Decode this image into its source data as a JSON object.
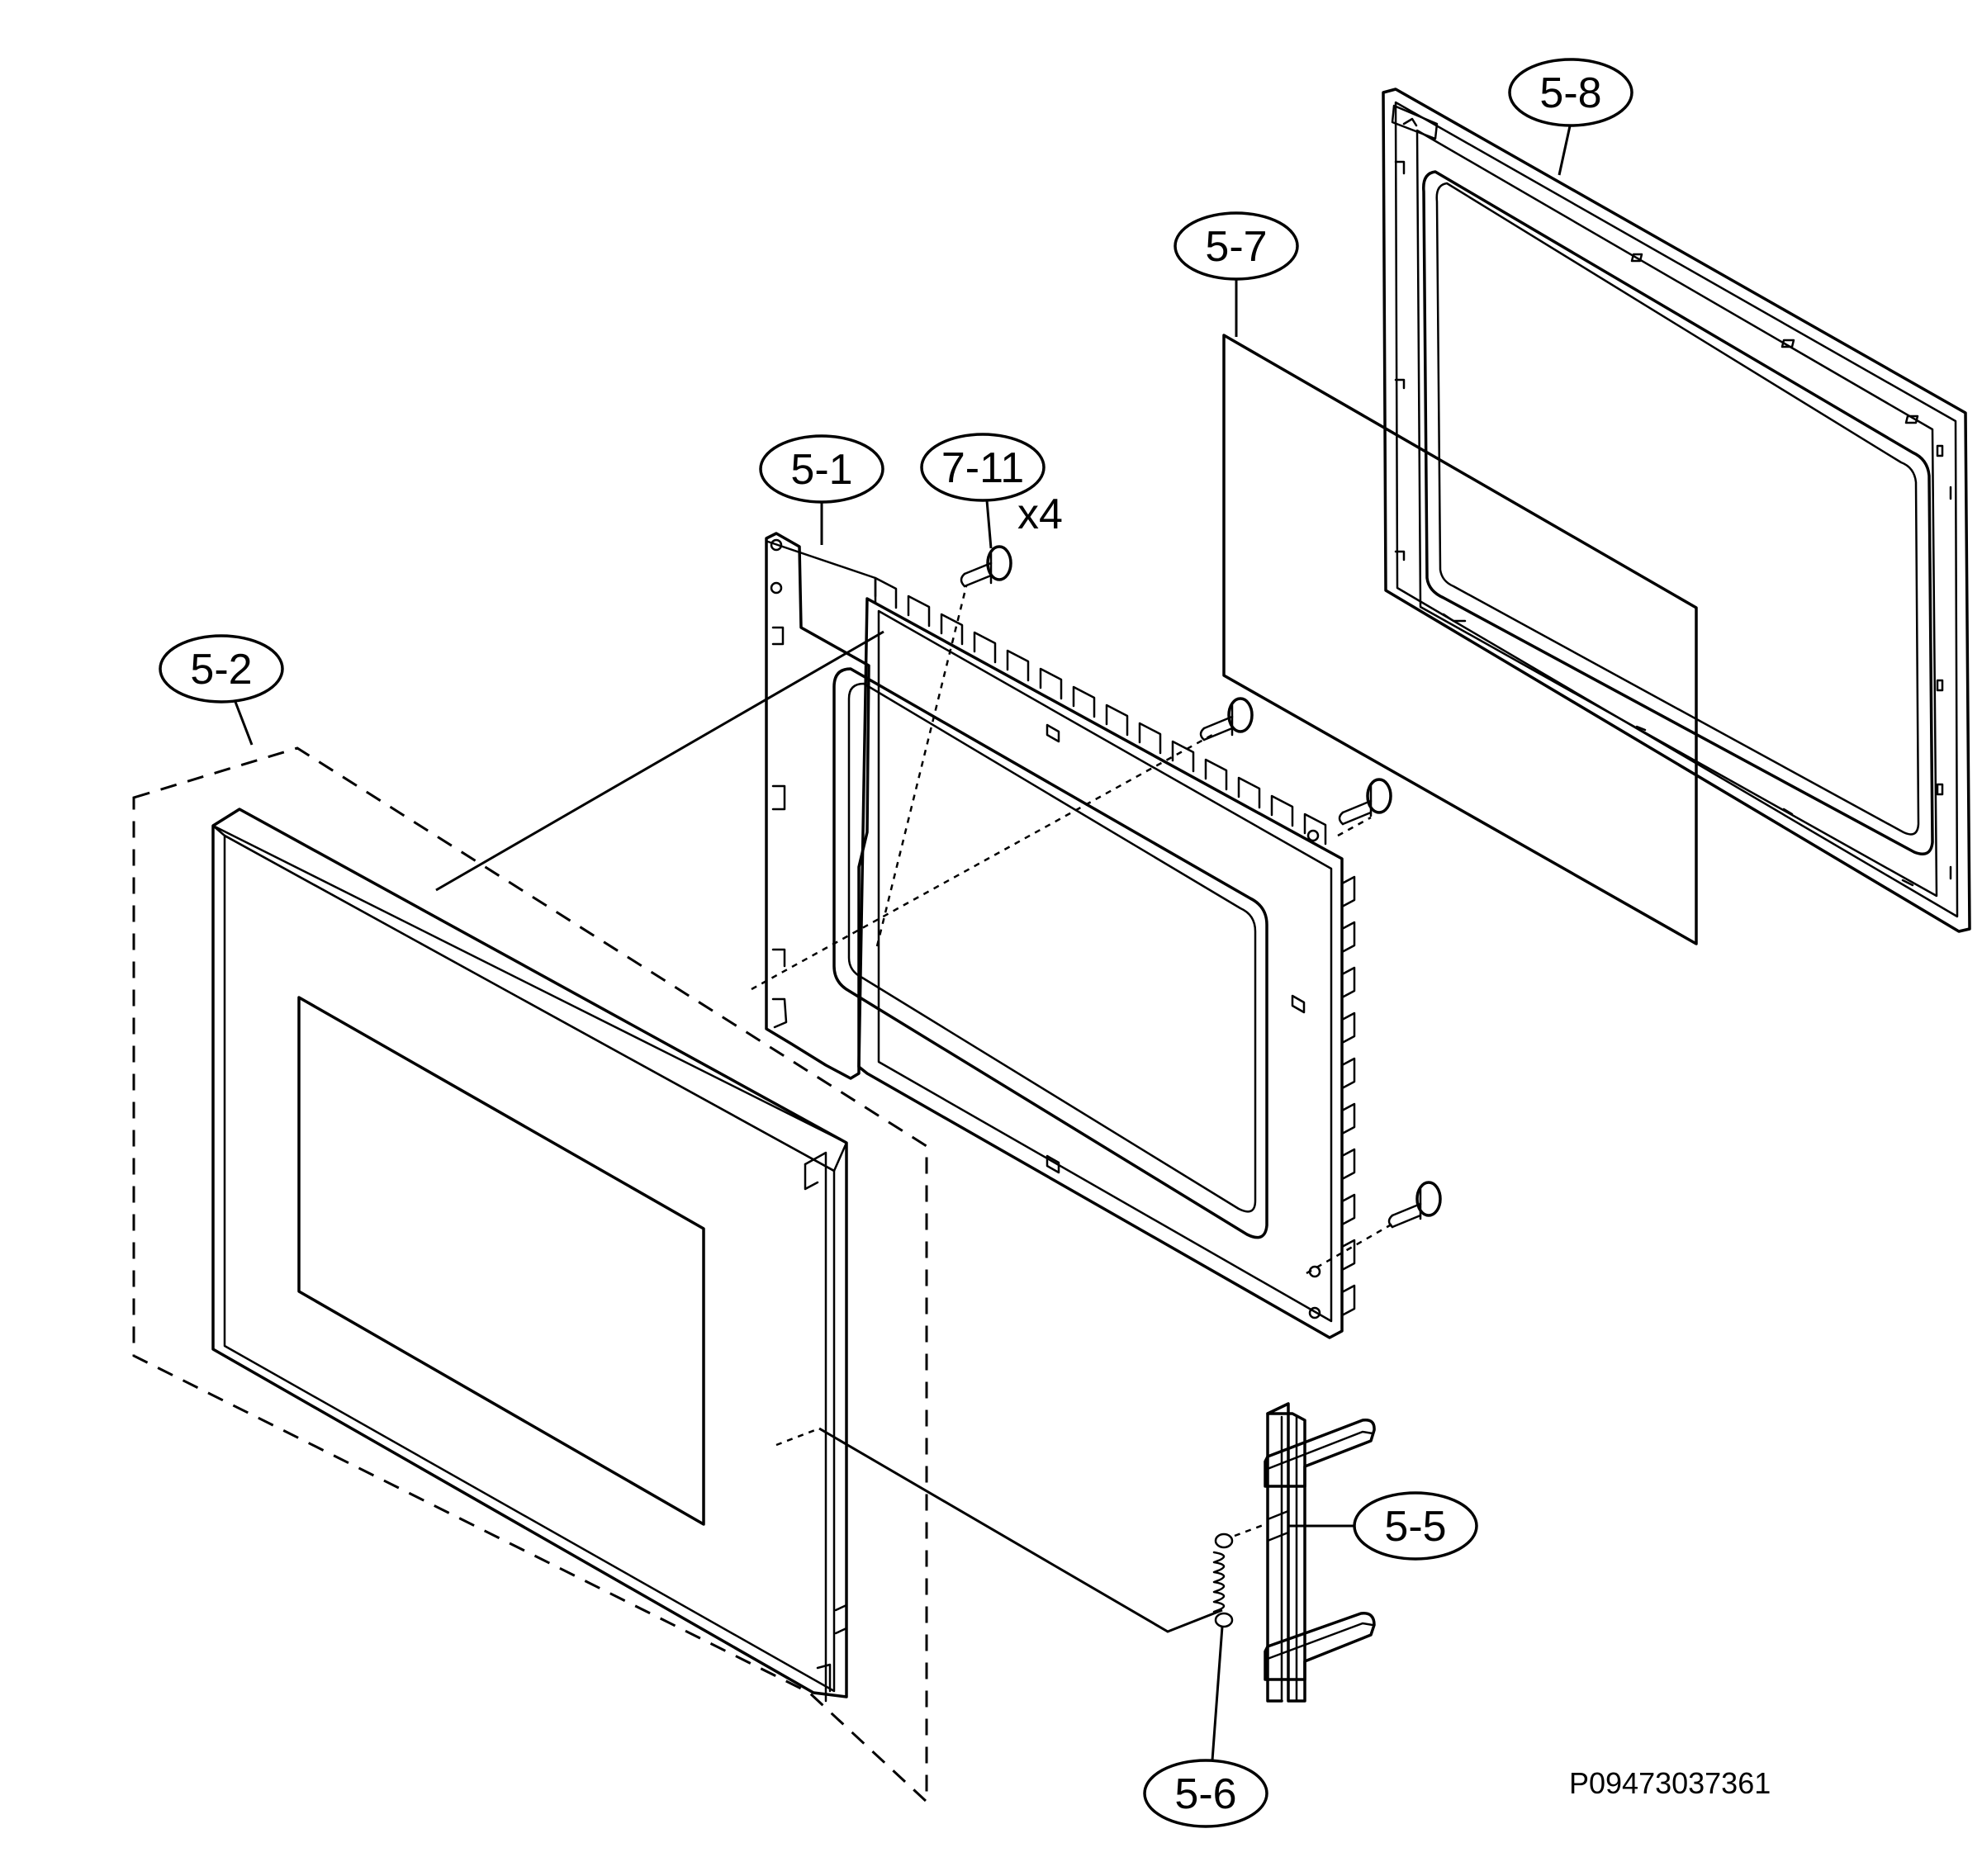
{
  "callouts": {
    "c51": "5-1",
    "c52": "5-2",
    "c55": "5-5",
    "c56": "5-6",
    "c57": "5-7",
    "c58": "5-8",
    "c711": "7-11"
  },
  "quantity_711": "x4",
  "drawing_code": "P09473037361"
}
